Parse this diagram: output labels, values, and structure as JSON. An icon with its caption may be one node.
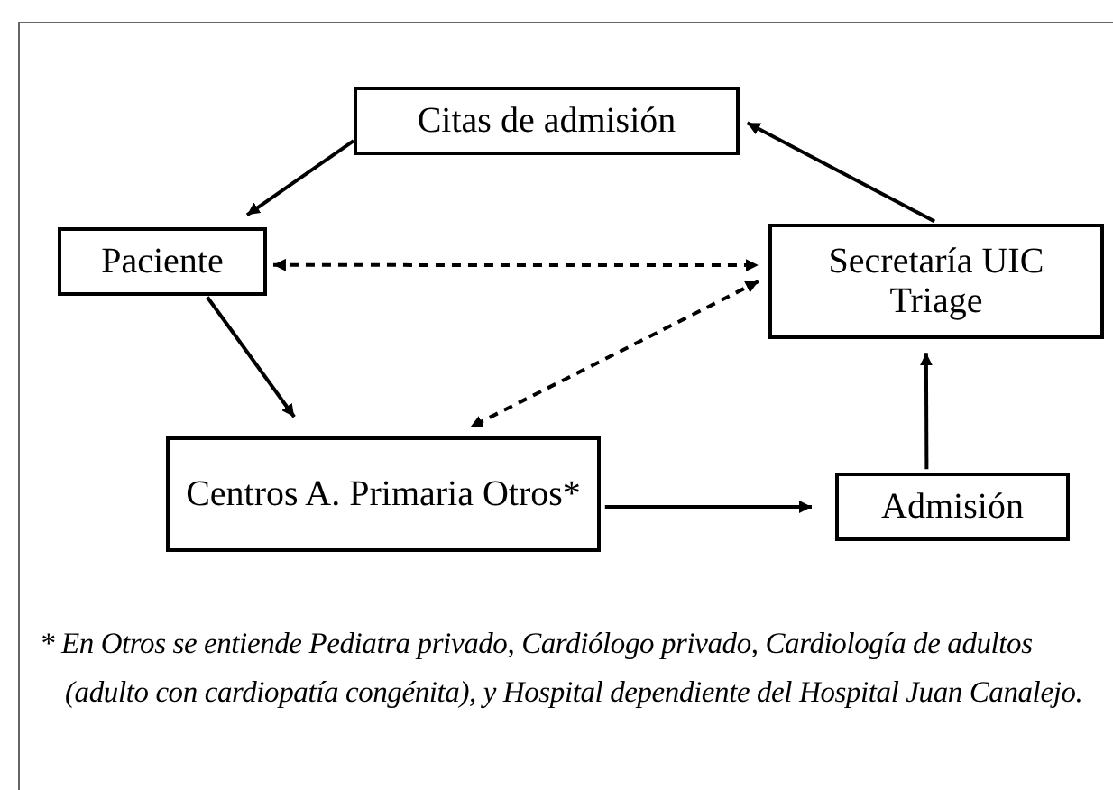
{
  "diagram": {
    "nodes": [
      {
        "text": [
          "Citas de admisión"
        ]
      },
      {
        "text": [
          "Paciente"
        ]
      },
      {
        "text": [
          "Secretaría UIC Triage"
        ]
      },
      {
        "text": [
          "Centros A. Primaria Otros*"
        ]
      },
      {
        "text": [
          "Admisión"
        ]
      }
    ],
    "edges": [
      {
        "from": 0,
        "to": 1,
        "arrow": "to"
      },
      {
        "from": 2,
        "to": 0,
        "arrow": "to"
      },
      {
        "from": 1,
        "to": 2,
        "arrow": "both",
        "style": "dashed"
      },
      {
        "from": 2,
        "to": 3,
        "arrow": "both",
        "style": "dashed"
      },
      {
        "from": 1,
        "to": 3,
        "arrow": "to"
      },
      {
        "from": 3,
        "to": 4,
        "arrow": "to"
      },
      {
        "from": 4,
        "to": 2,
        "arrow": "to"
      }
    ],
    "labels": [
      "* En Otros se entiende Pediatra privado, Cardiólogo privado, Cardiología de adultos (adulto con cardiopatía congénita), y Hospital dependiente del Hospital Juan Canalejo."
    ]
  }
}
